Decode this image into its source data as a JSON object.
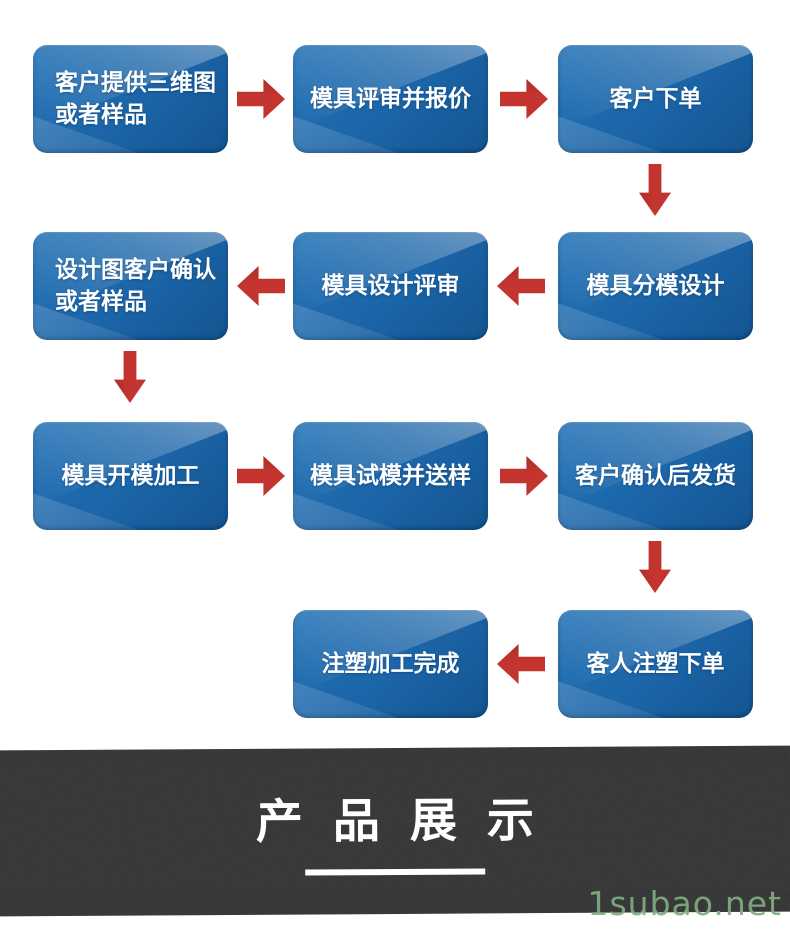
{
  "flowchart": {
    "nodes": [
      {
        "label": "客户提供三维图\n或者样品"
      },
      {
        "label": "模具评审并报价"
      },
      {
        "label": "客户下单"
      },
      {
        "label": "模具分模设计"
      },
      {
        "label": "模具设计评审"
      },
      {
        "label": "设计图客户确认\n或者样品"
      },
      {
        "label": "模具开模加工"
      },
      {
        "label": "模具试模并送样"
      },
      {
        "label": "客户确认后发货"
      },
      {
        "label": "客人注塑下单"
      },
      {
        "label": "注塑加工完成"
      }
    ],
    "colors": {
      "node_blue": "#1b64a7",
      "node_blue_dark": "#135590",
      "node_highlight": "#4d8ac2",
      "arrow_red": "#c5352f",
      "node_text": "#ffffff"
    }
  },
  "banner": {
    "title": "产品展示",
    "background": "#2d2d2d",
    "text_color": "#ffffff"
  },
  "watermark": {
    "text": "1subao.net",
    "color": "#7fae81"
  }
}
